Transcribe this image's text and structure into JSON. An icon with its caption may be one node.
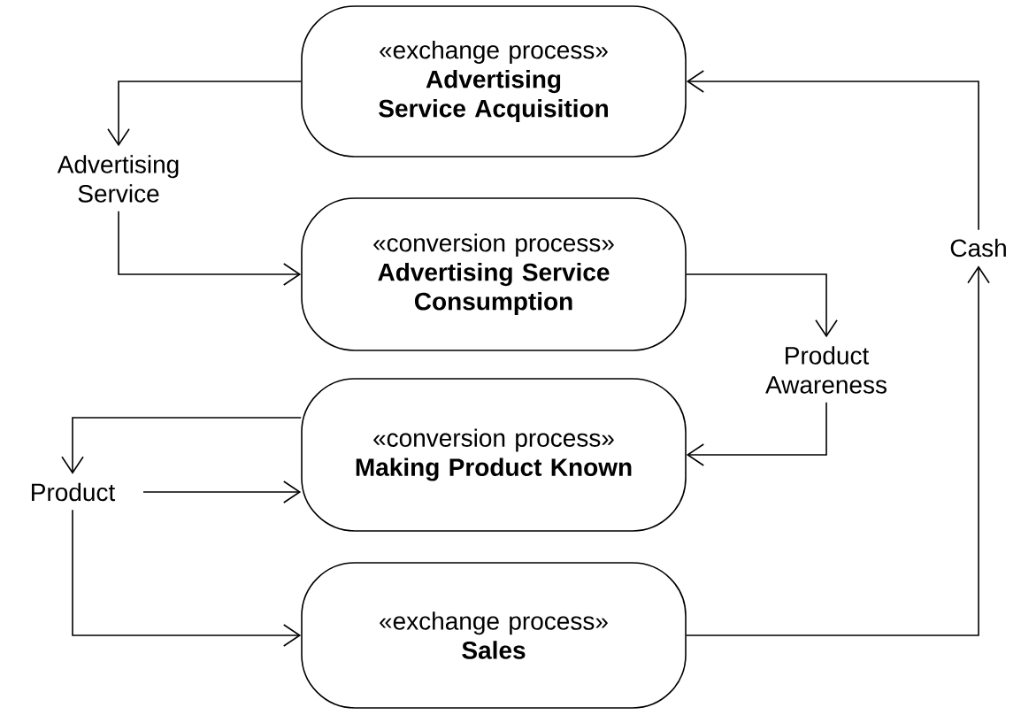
{
  "diagram": {
    "nodes": [
      {
        "text": [
          "«exchange process»",
          "Advertising Service Acquisition"
        ]
      },
      {
        "text": [
          "«conversion process»",
          "Advertising Service Consumption"
        ]
      },
      {
        "text": [
          "«conversion process»",
          "Making Product Known"
        ]
      },
      {
        "text": [
          "«exchange process»",
          "Sales"
        ]
      },
      {
        "text": [
          "Advertising Service"
        ]
      },
      {
        "text": [
          "Product Awareness"
        ]
      },
      {
        "text": [
          "Product"
        ]
      },
      {
        "text": [
          "Cash"
        ]
      }
    ],
    "edges": [
      {
        "from": 0,
        "to": 4,
        "arrow": "to"
      },
      {
        "from": 4,
        "to": 1,
        "arrow": "to"
      },
      {
        "from": 1,
        "to": 5,
        "arrow": "to"
      },
      {
        "from": 5,
        "to": 2,
        "arrow": "to"
      },
      {
        "from": 2,
        "to": 6,
        "arrow": "to"
      },
      {
        "from": 6,
        "to": 2,
        "arrow": "to"
      },
      {
        "from": 6,
        "to": 3,
        "arrow": "to"
      },
      {
        "from": 3,
        "to": 7,
        "arrow": "to"
      },
      {
        "from": 7,
        "to": 0,
        "arrow": "to"
      }
    ]
  }
}
